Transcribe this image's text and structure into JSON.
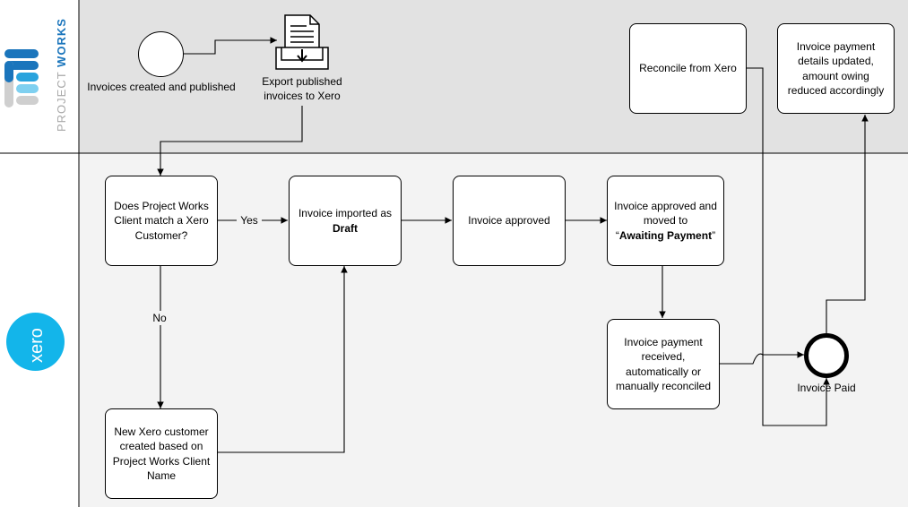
{
  "lanes": {
    "top": {
      "brand_prefix": "PROJECT ",
      "brand_suffix": "WORKS",
      "logo_colors": [
        "#1a75bc",
        "#29a3dd",
        "#7fd0f0",
        "#cfcfcf"
      ]
    },
    "bottom": {
      "logo_text": "xero",
      "logo_color": "#13b5ea"
    }
  },
  "nodes": {
    "start_label": "Invoices created and published",
    "export_label": "Export published invoices to Xero",
    "reconcile": "Reconcile from Xero",
    "payment_updated": "Invoice payment details updated, amount owing reduced accordingly",
    "match_question": "Does Project Works Client match a Xero Customer?",
    "imported_prefix": "Invoice imported as",
    "imported_bold": "Draft",
    "approved": "Invoice approved",
    "approved_moved_prefix": "Invoice approved and moved to",
    "approved_moved_open": "“",
    "approved_moved_bold": "Awaiting Payment",
    "approved_moved_close": "”",
    "payment_received": "Invoice payment received, automatically or manually reconciled",
    "new_customer": "New Xero customer created based on Project Works Client Name",
    "end_label": "Invoice Paid"
  },
  "edges": {
    "yes_label": "Yes",
    "no_label": "No"
  },
  "colors": {
    "top_lane_bg": "#e2e2e2",
    "bottom_lane_bg": "#f3f3f3",
    "line": "#000000"
  }
}
